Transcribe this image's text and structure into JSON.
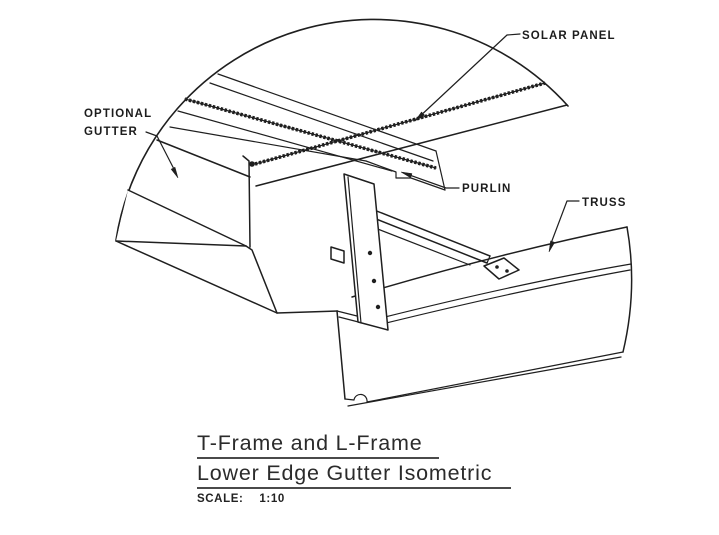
{
  "drawing": {
    "line_color": "#1f1f1f",
    "labels": {
      "solar_panel": "SOLAR PANEL",
      "optional_gutter_line1": "OPTIONAL",
      "optional_gutter_line2": "GUTTER",
      "purlin": "PURLIN",
      "truss": "TRUSS"
    }
  },
  "title": {
    "line1": "T-Frame and L-Frame",
    "line2": "Lower Edge Gutter Isometric",
    "scale_label": "SCALE:",
    "scale_value": "1:10"
  }
}
